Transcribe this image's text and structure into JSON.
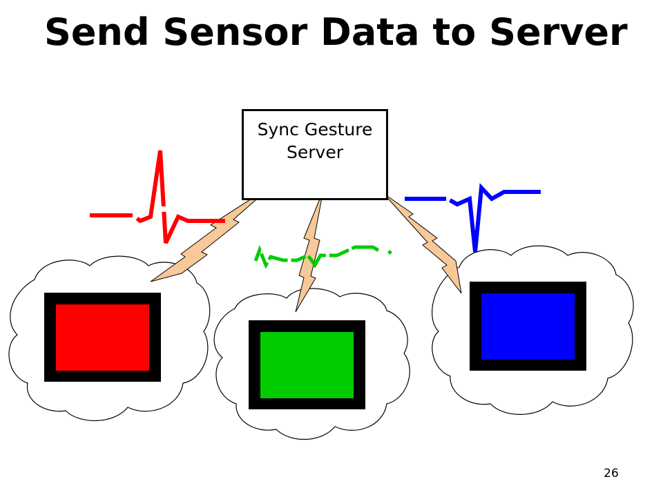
{
  "slide": {
    "title": "Send Sensor Data to Server",
    "page_number": "26"
  },
  "server": {
    "line1": "Sync Gesture",
    "line2": "Server"
  },
  "colors": {
    "red": "#ff0000",
    "green": "#00cc00",
    "blue": "#0000ff",
    "device_frame": "#000000",
    "bolt_fill": "#f7c898",
    "cloud_fill": "#ffffff"
  },
  "icons": [
    "cloud-icon",
    "device-icon",
    "lightning-bolt-icon",
    "signal-waveform-icon"
  ]
}
